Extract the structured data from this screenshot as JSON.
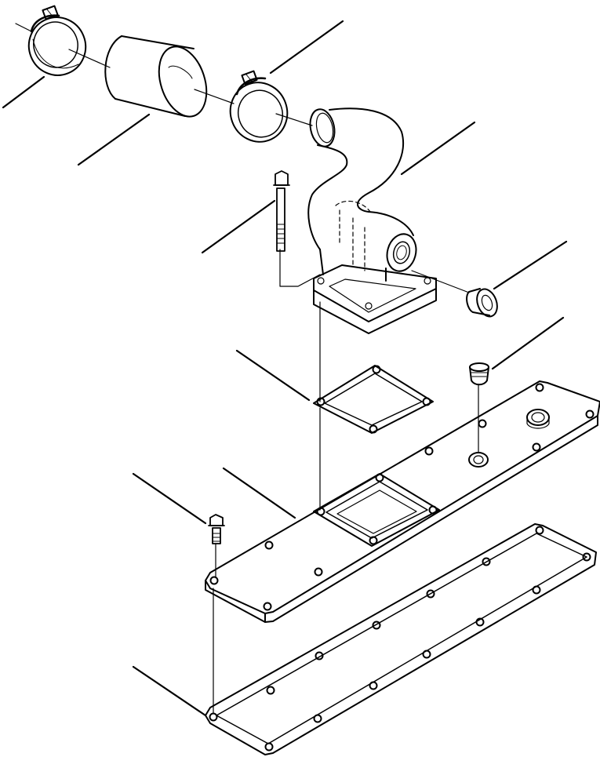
{
  "diagram": {
    "type": "exploded-parts-view",
    "background": "#ffffff",
    "ink": "#000000",
    "parts": [
      "hose-clamp-upper",
      "hose",
      "hose-clamp-lower",
      "elbow-pipe",
      "bolt-long",
      "plug",
      "elbow-gasket",
      "plug-small",
      "bolt-short",
      "intake-cover",
      "cover-gasket"
    ]
  }
}
